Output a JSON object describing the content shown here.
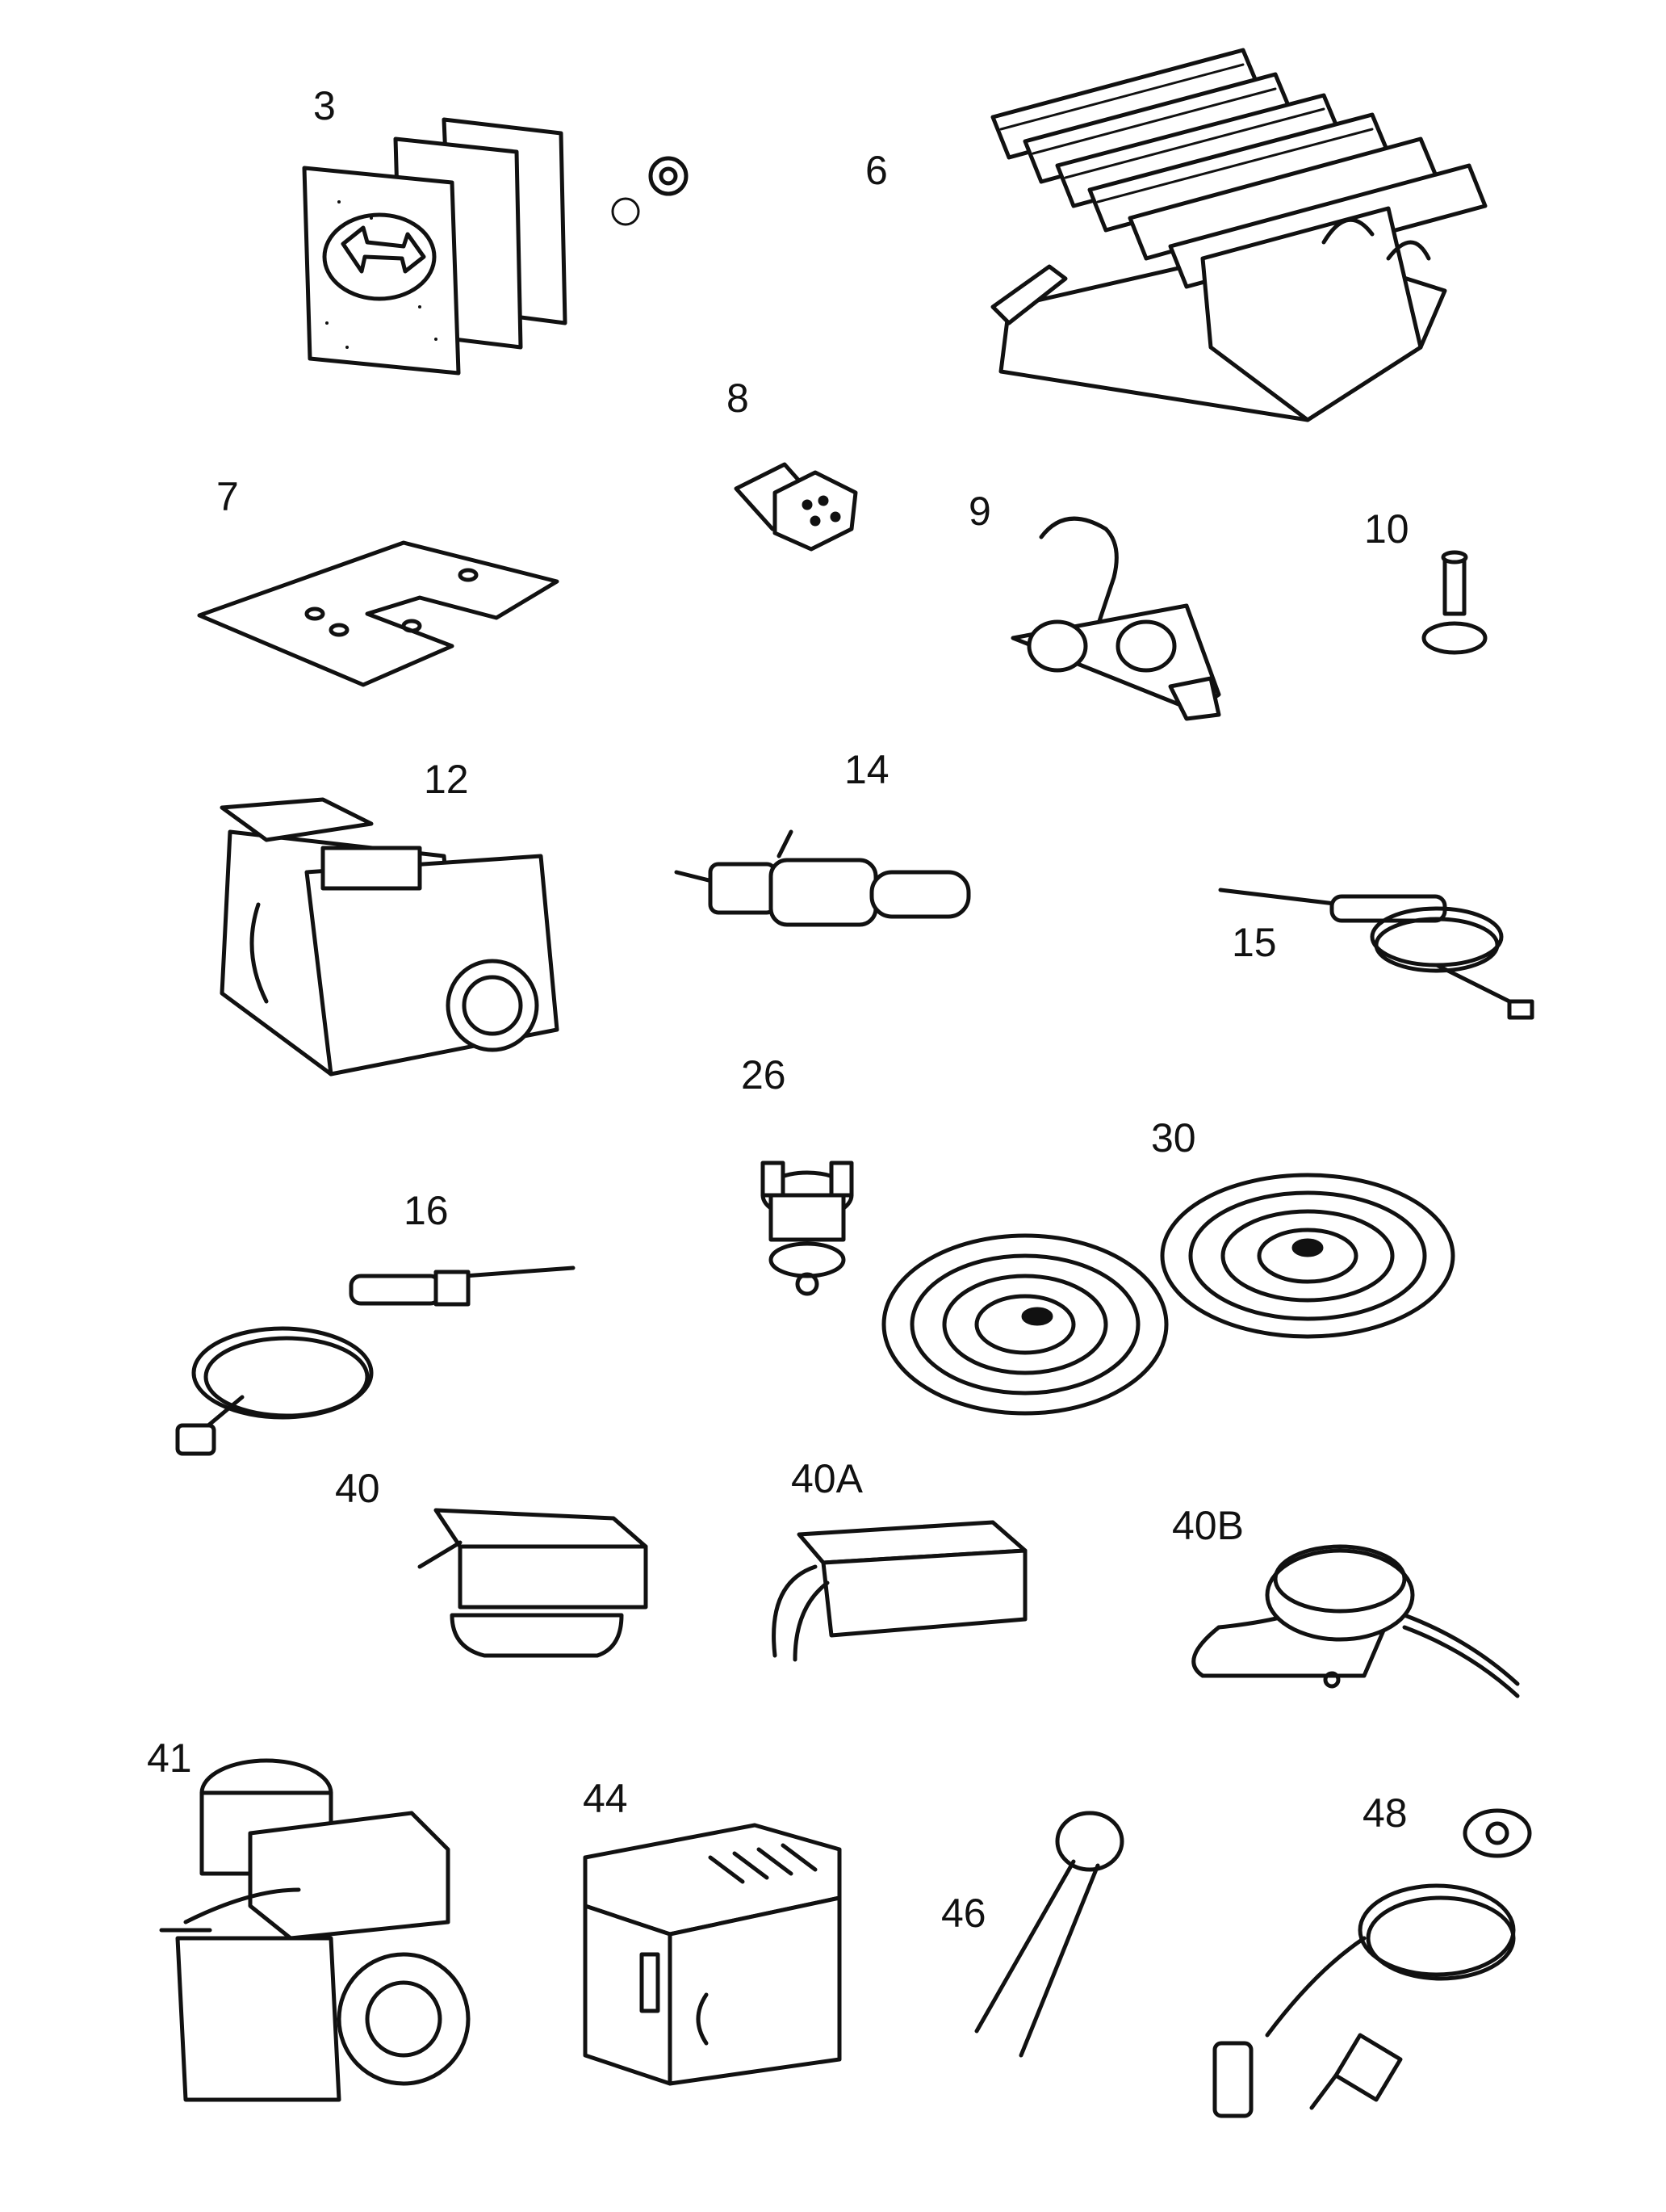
{
  "labels": {
    "p3": "3",
    "p6": "6",
    "p7": "7",
    "p8": "8",
    "p9": "9",
    "p10": "10",
    "p12": "12",
    "p14": "14",
    "p15": "15",
    "p16": "16",
    "p26": "26",
    "p30": "30",
    "p40": "40",
    "p40A": "40A",
    "p40B": "40B",
    "p41": "41",
    "p44": "44",
    "p46": "46",
    "p48": "48"
  },
  "icons": {
    "p3": "gasket-set-icon",
    "p6": "burner-assembly-icon",
    "p7": "mounting-plate-icon",
    "p8": "injector-icon",
    "p9": "pilot-bracket-icon",
    "p10": "screw-icon",
    "p12": "gas-valve-icon",
    "p14": "spark-electrode-icon",
    "p15": "thermocouple-lead-icon",
    "p16": "thermocouple-icon",
    "p26": "thermostat-switch-icon",
    "p30": "coil-element-icon",
    "p40": "valve-actuator-icon",
    "p40A": "actuator-head-icon",
    "p40B": "sensor-pod-icon",
    "p41": "circulating-pump-icon",
    "p44": "control-box-icon",
    "p46": "thermistor-icon",
    "p48": "temperature-sensor-icon"
  }
}
